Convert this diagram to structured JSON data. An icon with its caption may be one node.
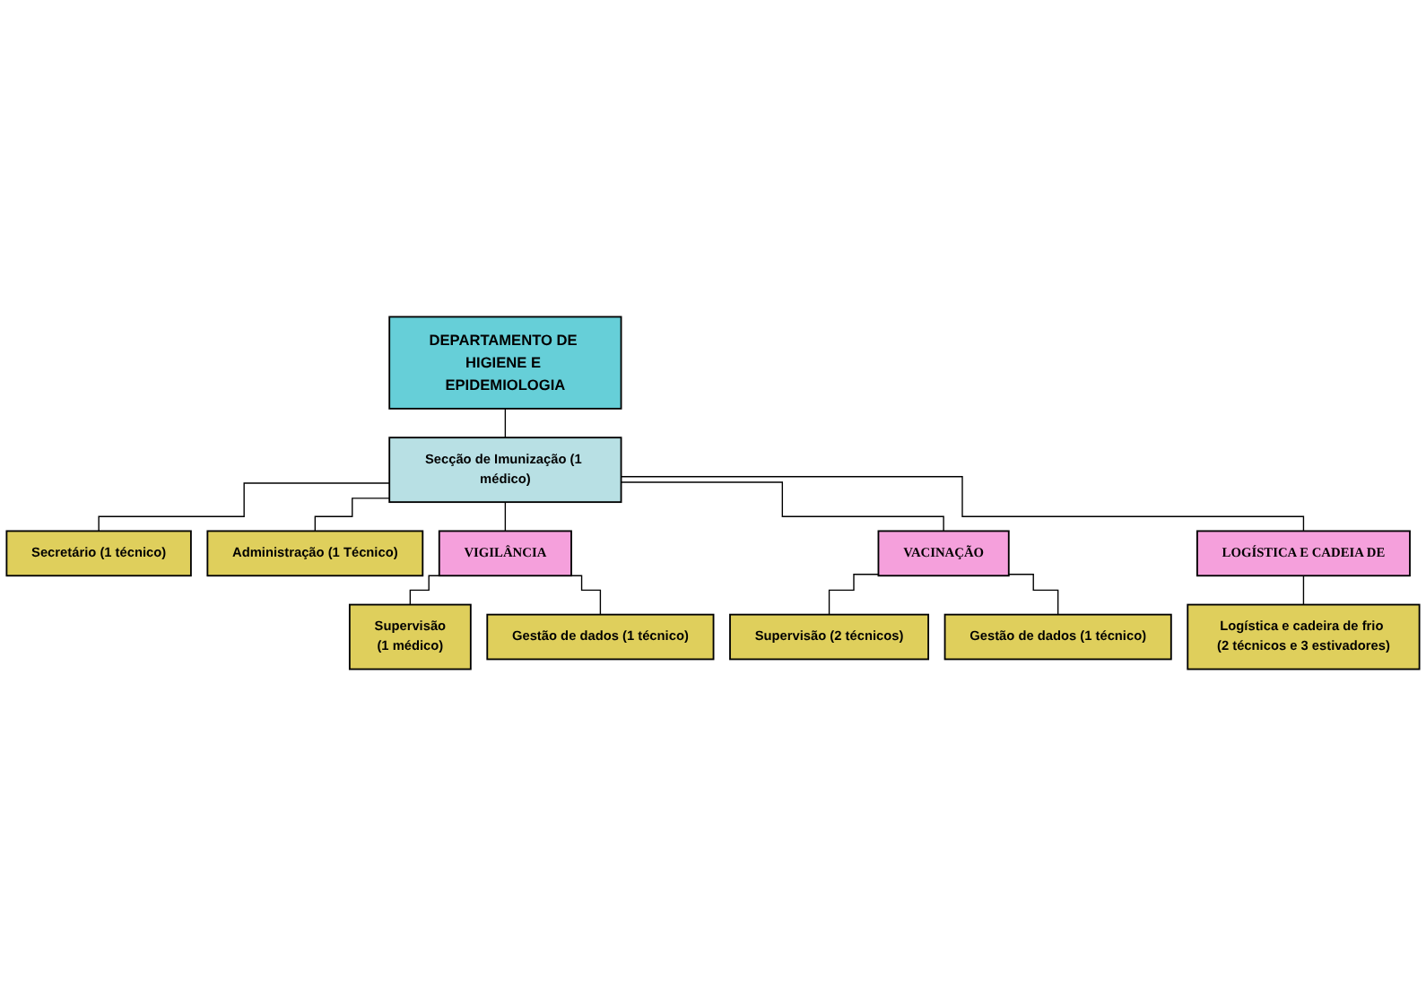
{
  "diagram": {
    "nodes": [
      {
        "text": [
          "DEPARTAMENTO DE HIGIENE E EPIDEMIOLOGIA"
        ]
      },
      {
        "text": [
          "Secção de Imunização (1 médico)"
        ]
      },
      {
        "text": [
          "Secretário (1 técnico)"
        ]
      },
      {
        "text": [
          "Administração (1 Técnico)"
        ]
      },
      {
        "text": [
          "VIGILÂNCIA"
        ]
      },
      {
        "text": [
          "VACINAÇÃO"
        ]
      },
      {
        "text": [
          "LOGÍSTICA E CADEIA DE"
        ]
      },
      {
        "text": [
          "Supervisão",
          "(1 médico)"
        ]
      },
      {
        "text": [
          "Gestão de dados (1 técnico)"
        ]
      },
      {
        "text": [
          "Supervisão (2 técnicos)"
        ]
      },
      {
        "text": [
          "Gestão de dados (1 técnico)"
        ]
      },
      {
        "text": [
          "Logística e cadeira de frio (2 técnicos e 3 estivadores)"
        ]
      }
    ],
    "edges": [
      {
        "from": 0,
        "to": 1,
        "arrow": "none"
      },
      {
        "from": 1,
        "to": 2,
        "arrow": "none"
      },
      {
        "from": 1,
        "to": 3,
        "arrow": "none"
      },
      {
        "from": 1,
        "to": 4,
        "arrow": "none"
      },
      {
        "from": 1,
        "to": 5,
        "arrow": "none"
      },
      {
        "from": 1,
        "to": 6,
        "arrow": "none"
      },
      {
        "from": 4,
        "to": 7,
        "arrow": "none"
      },
      {
        "from": 4,
        "to": 8,
        "arrow": "none"
      },
      {
        "from": 5,
        "to": 9,
        "arrow": "none"
      },
      {
        "from": 5,
        "to": 10,
        "arrow": "none"
      },
      {
        "from": 6,
        "to": 11,
        "arrow": "none"
      }
    ]
  }
}
